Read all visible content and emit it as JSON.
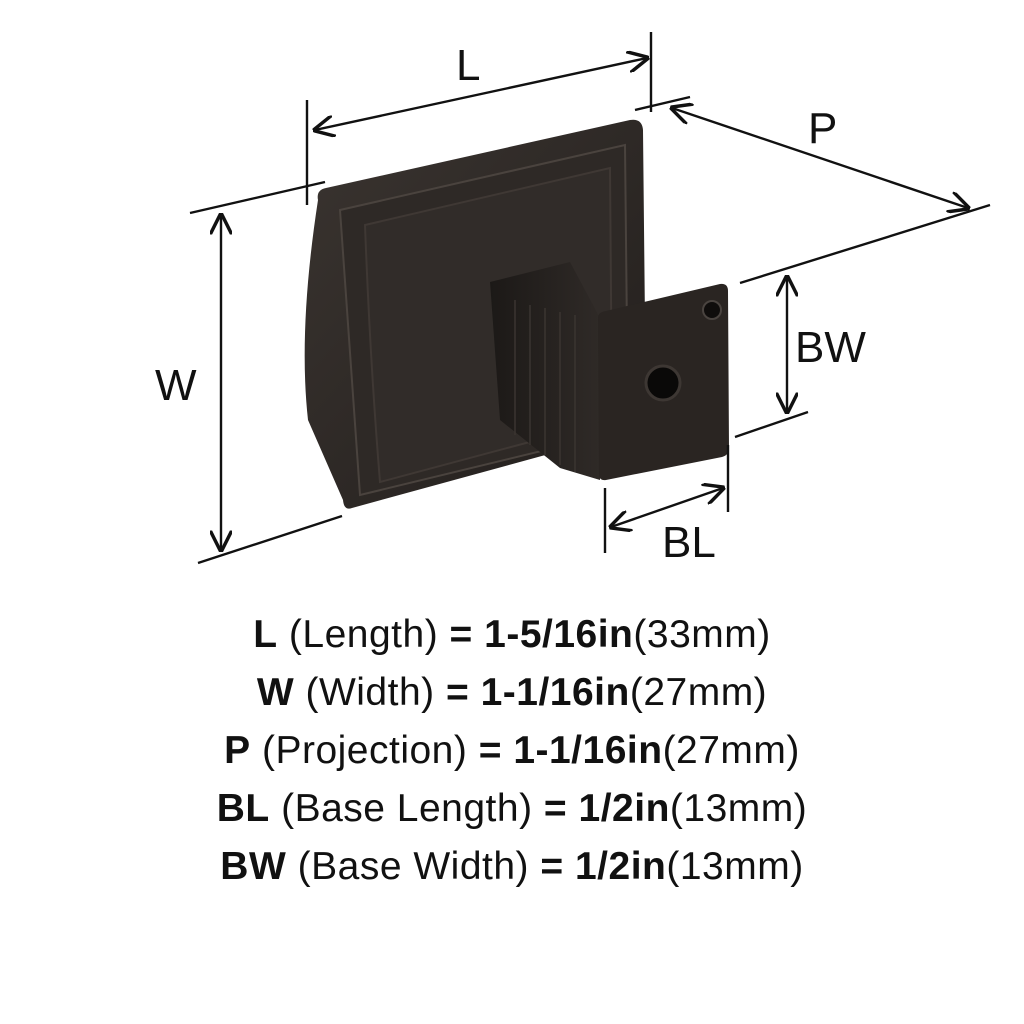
{
  "diagram": {
    "labels": {
      "L": "L",
      "P": "P",
      "W": "W",
      "BW": "BW",
      "BL": "BL"
    },
    "colors": {
      "finish": "#2b2623",
      "line": "#111111"
    }
  },
  "specs": [
    {
      "code": "L",
      "name": "(Length)",
      "eq": "= 1-5/16in",
      "metric": "(33mm)"
    },
    {
      "code": "W",
      "name": "(Width)",
      "eq": "= 1-1/16in",
      "metric": "(27mm)"
    },
    {
      "code": "P",
      "name": "(Projection)",
      "eq": "= 1-1/16in",
      "metric": "(27mm)"
    },
    {
      "code": "BL",
      "name": "(Base Length)",
      "eq": "= 1/2in",
      "metric": "(13mm)"
    },
    {
      "code": "BW",
      "name": "(Base Width)",
      "eq": "= 1/2in",
      "metric": "(13mm)"
    }
  ]
}
